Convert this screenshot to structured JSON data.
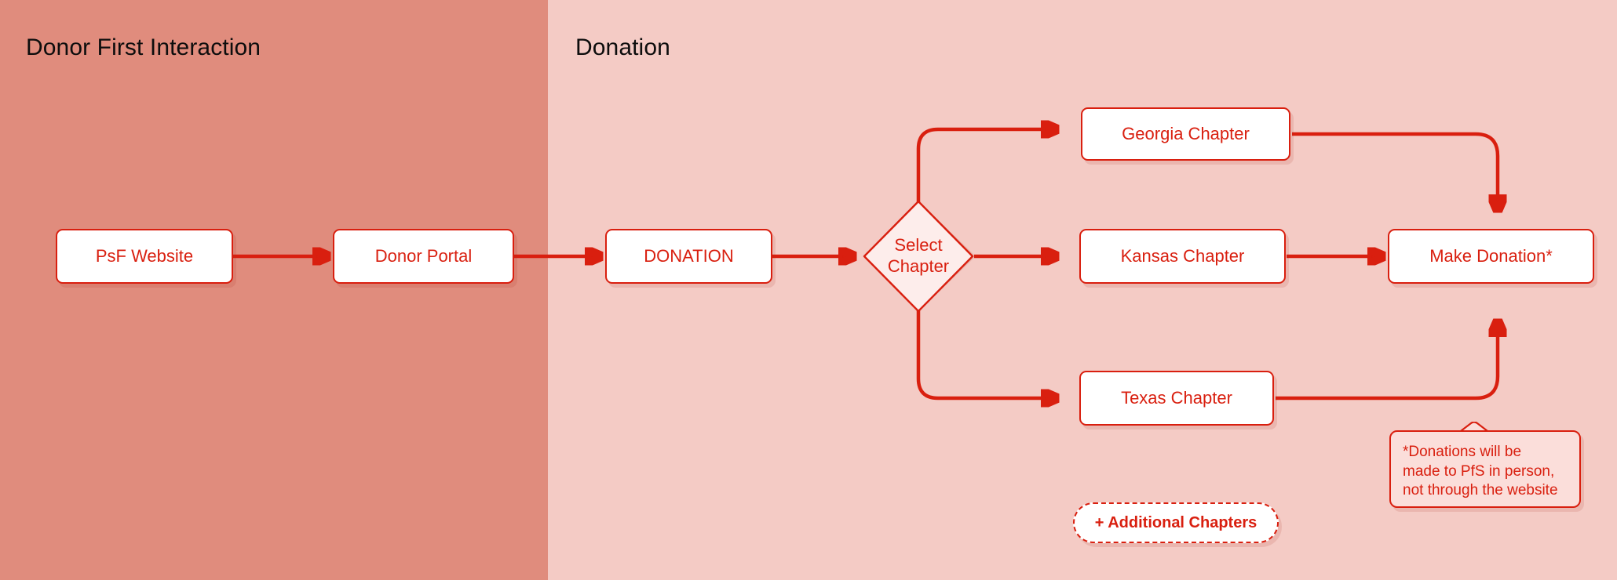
{
  "diagram": {
    "title_visible": false,
    "palette": {
      "lane_left_bg": "#E08C7D",
      "lane_right_bg": "#F4CBC5",
      "accent_red": "#D91F0F",
      "node_fill": "#FFFFFF",
      "diamond_fill": "#FDEDEB",
      "callout_fill": "#FBDEDA",
      "lane_title_color": "#0D0D0D"
    },
    "lanes": [
      {
        "id": "lane-donor-first-interaction",
        "label": "Donor First Interaction"
      },
      {
        "id": "lane-donation",
        "label": "Donation"
      }
    ],
    "nodes": [
      {
        "id": "psf-website",
        "label": "PsF Website",
        "type": "process"
      },
      {
        "id": "donor-portal",
        "label": "Donor Portal",
        "type": "process"
      },
      {
        "id": "donation",
        "label": "DONATION",
        "type": "process"
      },
      {
        "id": "select-chapter",
        "label": "Select\nChapter",
        "type": "decision"
      },
      {
        "id": "georgia-chapter",
        "label": "Georgia Chapter",
        "type": "process"
      },
      {
        "id": "kansas-chapter",
        "label": "Kansas Chapter",
        "type": "process"
      },
      {
        "id": "texas-chapter",
        "label": "Texas Chapter",
        "type": "process"
      },
      {
        "id": "make-donation",
        "label": "Make Donation*",
        "type": "process"
      }
    ],
    "add_chapters_button": {
      "label": "+ Additional Chapters"
    },
    "footnote": {
      "label": "*Donations will be\nmade to PfS in person,\nnot through the website"
    },
    "edges": [
      {
        "from": "psf-website",
        "to": "donor-portal"
      },
      {
        "from": "donor-portal",
        "to": "donation"
      },
      {
        "from": "donation",
        "to": "select-chapter"
      },
      {
        "from": "select-chapter",
        "to": "georgia-chapter"
      },
      {
        "from": "select-chapter",
        "to": "kansas-chapter"
      },
      {
        "from": "select-chapter",
        "to": "texas-chapter"
      },
      {
        "from": "georgia-chapter",
        "to": "make-donation"
      },
      {
        "from": "kansas-chapter",
        "to": "make-donation"
      },
      {
        "from": "texas-chapter",
        "to": "make-donation"
      }
    ]
  }
}
